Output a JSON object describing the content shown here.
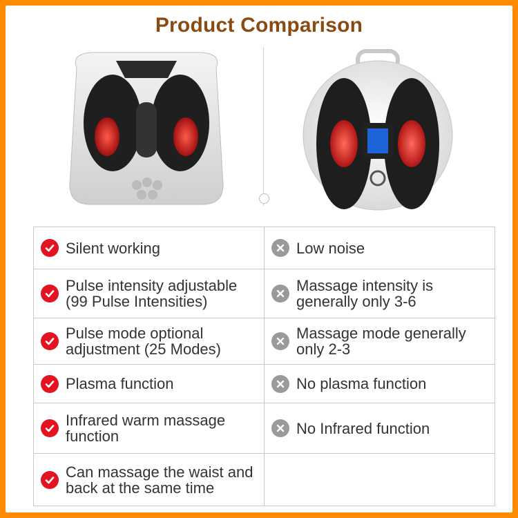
{
  "title": "Product Comparison",
  "icons": {
    "left": "check-circle-icon",
    "right": "cross-circle-icon"
  },
  "colors": {
    "border": "#ff8a00",
    "title": "#8a4b12",
    "check": "#e3141f",
    "cross": "#9a9a9a"
  },
  "rows": [
    {
      "left": "Silent working",
      "right": "Low noise"
    },
    {
      "left": "Pulse intensity adjustable (99 Pulse Intensities)",
      "right": "Massage intensity is generally only 3-6"
    },
    {
      "left": "Pulse mode optional adjustment (25 Modes)",
      "right": "Massage mode generally only 2-3"
    },
    {
      "left": "Plasma function",
      "right": "No plasma function"
    },
    {
      "left": "Infrared warm massage function",
      "right": "No Infrared function"
    },
    {
      "left": "Can massage the waist and back at the same time",
      "right": ""
    }
  ]
}
